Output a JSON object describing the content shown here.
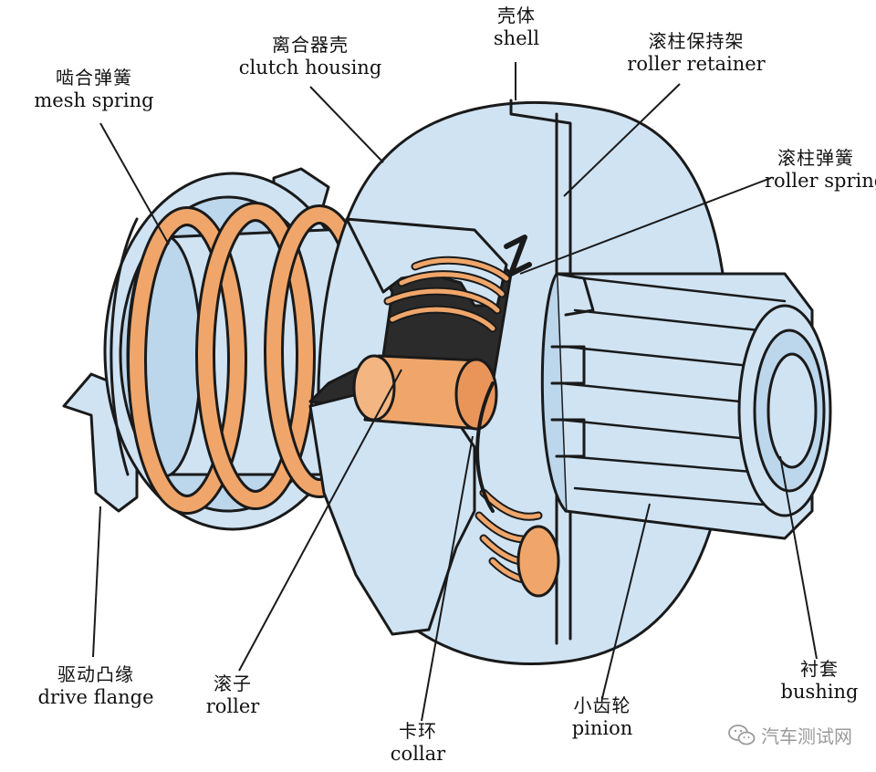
{
  "labels": {
    "shell": {
      "zh": "壳体",
      "en": "shell"
    },
    "clutch_housing": {
      "zh": "离合器壳",
      "en": "clutch housing"
    },
    "roller_retainer": {
      "zh": "滚柱保持架",
      "en": "roller retainer"
    },
    "mesh_spring": {
      "zh": "啮合弹簧",
      "en": "mesh spring"
    },
    "roller_spring": {
      "zh": "滚柱弹簧",
      "en": "roller spring"
    },
    "drive_flange": {
      "zh": "驱动凸缘",
      "en": "drive flange"
    },
    "roller": {
      "zh": "滚子",
      "en": "roller"
    },
    "collar": {
      "zh": "卡环",
      "en": "collar"
    },
    "pinion": {
      "zh": "小齿轮",
      "en": "pinion"
    },
    "bushing": {
      "zh": "衬套",
      "en": "bushing"
    }
  },
  "watermark": {
    "text": "汽车测试网",
    "icon": "wechat-icon"
  },
  "colors": {
    "body_blue": "#cfe3f3",
    "body_blue_dark": "#a9c9e3",
    "spring_orange": "#f0a66a",
    "outline": "#1a1a1a",
    "shadow": "#2b2b2b"
  }
}
